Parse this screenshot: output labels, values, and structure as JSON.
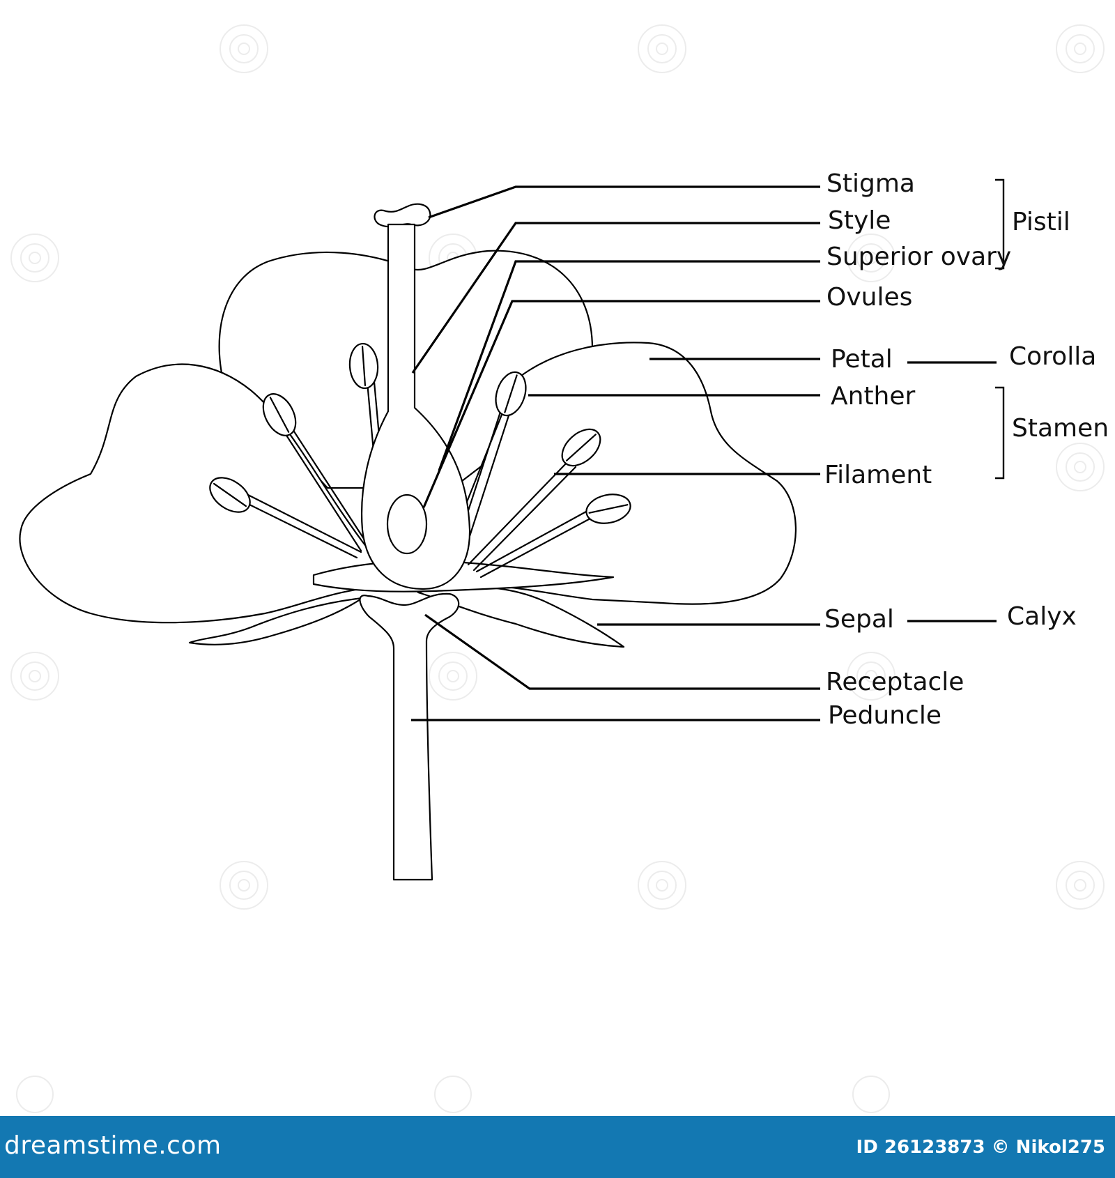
{
  "labels": {
    "stigma": "Stigma",
    "style": "Style",
    "superior_ovary": "Superior ovary",
    "ovules": "Ovules",
    "petal": "Petal",
    "anther": "Anther",
    "filament": "Filament",
    "sepal": "Sepal",
    "receptacle": "Receptacle",
    "peduncle": "Peduncle"
  },
  "groups": {
    "pistil": "Pistil",
    "corolla": "Corolla",
    "stamen": "Stamen",
    "calyx": "Calyx"
  },
  "footer": {
    "brand": "dreamstime.com",
    "credit": "ID 26123873 © Nikol275"
  },
  "colors": {
    "footer_bar": "#1378b2",
    "line": "#000000",
    "background": "#ffffff"
  }
}
